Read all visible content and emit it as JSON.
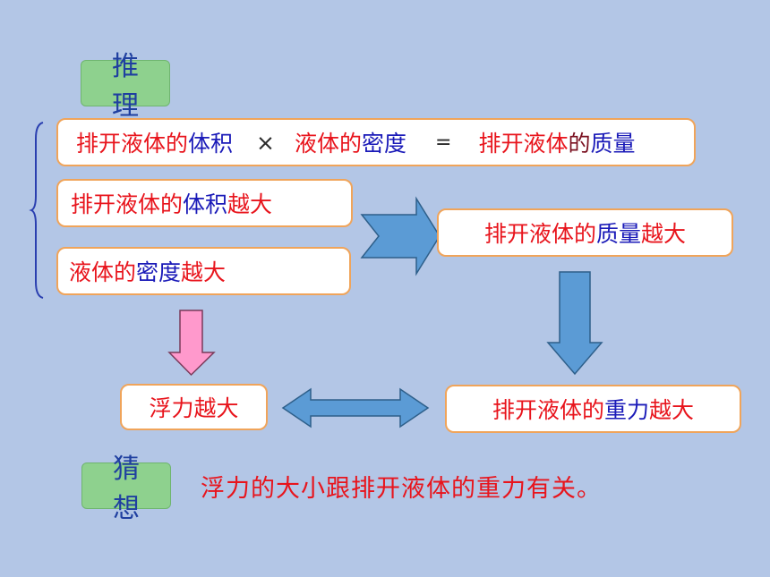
{
  "tags": {
    "reasoning": "推理",
    "guess": "猜想"
  },
  "box_formula": {
    "part1": "排开液体的",
    "part2": "体积",
    "times": "×",
    "part3": "液体的",
    "part4": "密度",
    "equals": "=",
    "part5": "排开液体",
    "part6": "的",
    "part7": "质量"
  },
  "box_volume": {
    "part1": "排开液体的",
    "part2": "体积",
    "part3": "越大"
  },
  "box_density": {
    "part1": "液体的",
    "part2": "密度",
    "part3": "越大"
  },
  "box_mass": {
    "part1": "排开液体的",
    "part2": "质量",
    "part3": "越大"
  },
  "box_buoyancy": {
    "text": "浮力越大"
  },
  "box_weight": {
    "part1": "排开液体的",
    "part2": "重力",
    "part3": "越大"
  },
  "conclusion": "浮力的大小跟排开液体的重力有关。",
  "colors": {
    "background": "#b3c6e6",
    "box_border": "#f0a45a",
    "red_text": "#e8141c",
    "blue_text": "#1a1ab8",
    "tag_fill": "#8ed18e",
    "arrow_blue": "#5b9bd5",
    "arrow_pink": "#ff99cc"
  }
}
